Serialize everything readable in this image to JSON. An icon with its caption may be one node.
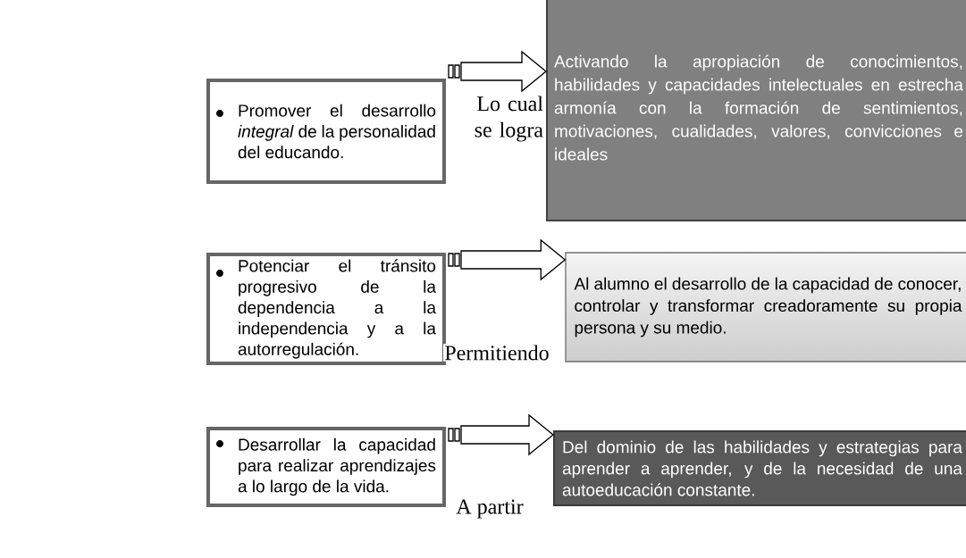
{
  "diagram": {
    "nodes": [
      {
        "text": [
          "Promover el desarrollo *integral* de la personalidad del educando."
        ]
      },
      {
        "text": [
          "Activando la apropiación de conocimientos, habilidades y capacidades intelectuales en estrecha armonía con la formación de sentimientos, motivaciones, cualidades, valores, convicciones e ideales"
        ]
      },
      {
        "text": [
          "Potenciar el tránsito progresivo de la dependencia a la independencia y a la autorregulación."
        ]
      },
      {
        "text": [
          "Al alumno el desarrollo de la capacidad de conocer, controlar y transformar creadoramente su propia persona y su medio."
        ]
      },
      {
        "text": [
          "Desarrollar la capacidad para realizar aprendizajes a lo largo de la vida."
        ]
      },
      {
        "text": [
          "Del dominio de las habilidades y estrategias para aprender a aprender, y de la necesidad de una autoeducación constante."
        ]
      }
    ],
    "edges": [
      {
        "from": 0,
        "to": 1,
        "arrow": "to",
        "label": "Lo cual se logra"
      },
      {
        "from": 2,
        "to": 3,
        "arrow": "to",
        "label": "Permitiendo"
      },
      {
        "from": 4,
        "to": 5,
        "arrow": "to",
        "label": "A partir"
      }
    ]
  }
}
